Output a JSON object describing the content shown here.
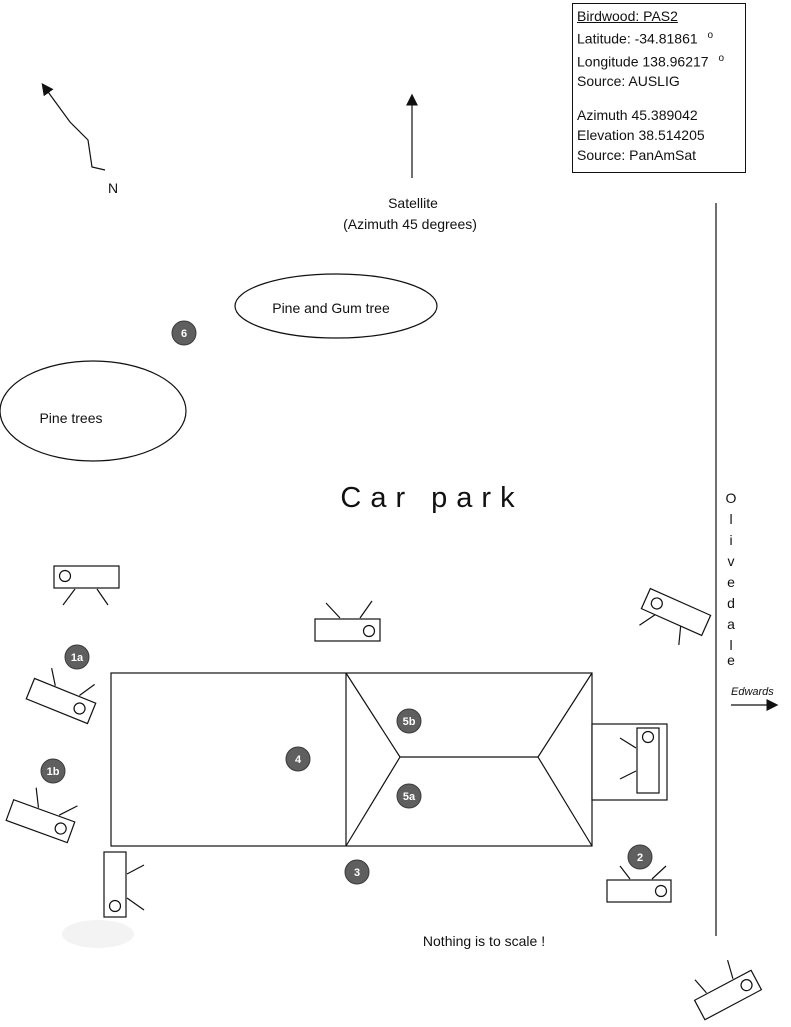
{
  "info_box": {
    "title": "Birdwood: PAS2",
    "latitude": "Latitude: -34.81861",
    "latitude_sup": "o",
    "longitude": "Longitude 138.96217",
    "longitude_sup": "o",
    "source_location": "Source: AUSLIG",
    "azimuth": "Azimuth 45.389042",
    "elevation": "Elevation 38.514205",
    "source_satellite": "Source: PanAmSat"
  },
  "north_label": "N",
  "satellite": {
    "label": "Satellite",
    "sublabel": "(Azimuth 45 degrees)"
  },
  "trees": {
    "pine_gum": "Pine and Gum tree",
    "pine": "Pine trees"
  },
  "car_park": "Car park",
  "road": {
    "name_vertical": [
      "O",
      "l",
      "i",
      "v",
      "e",
      "d",
      "a",
      "l",
      "e"
    ],
    "edwards": "Edwards"
  },
  "markers": [
    "6",
    "1a",
    "1b",
    "4",
    "5b",
    "5a",
    "3",
    "2"
  ],
  "note": "Nothing is to scale !"
}
